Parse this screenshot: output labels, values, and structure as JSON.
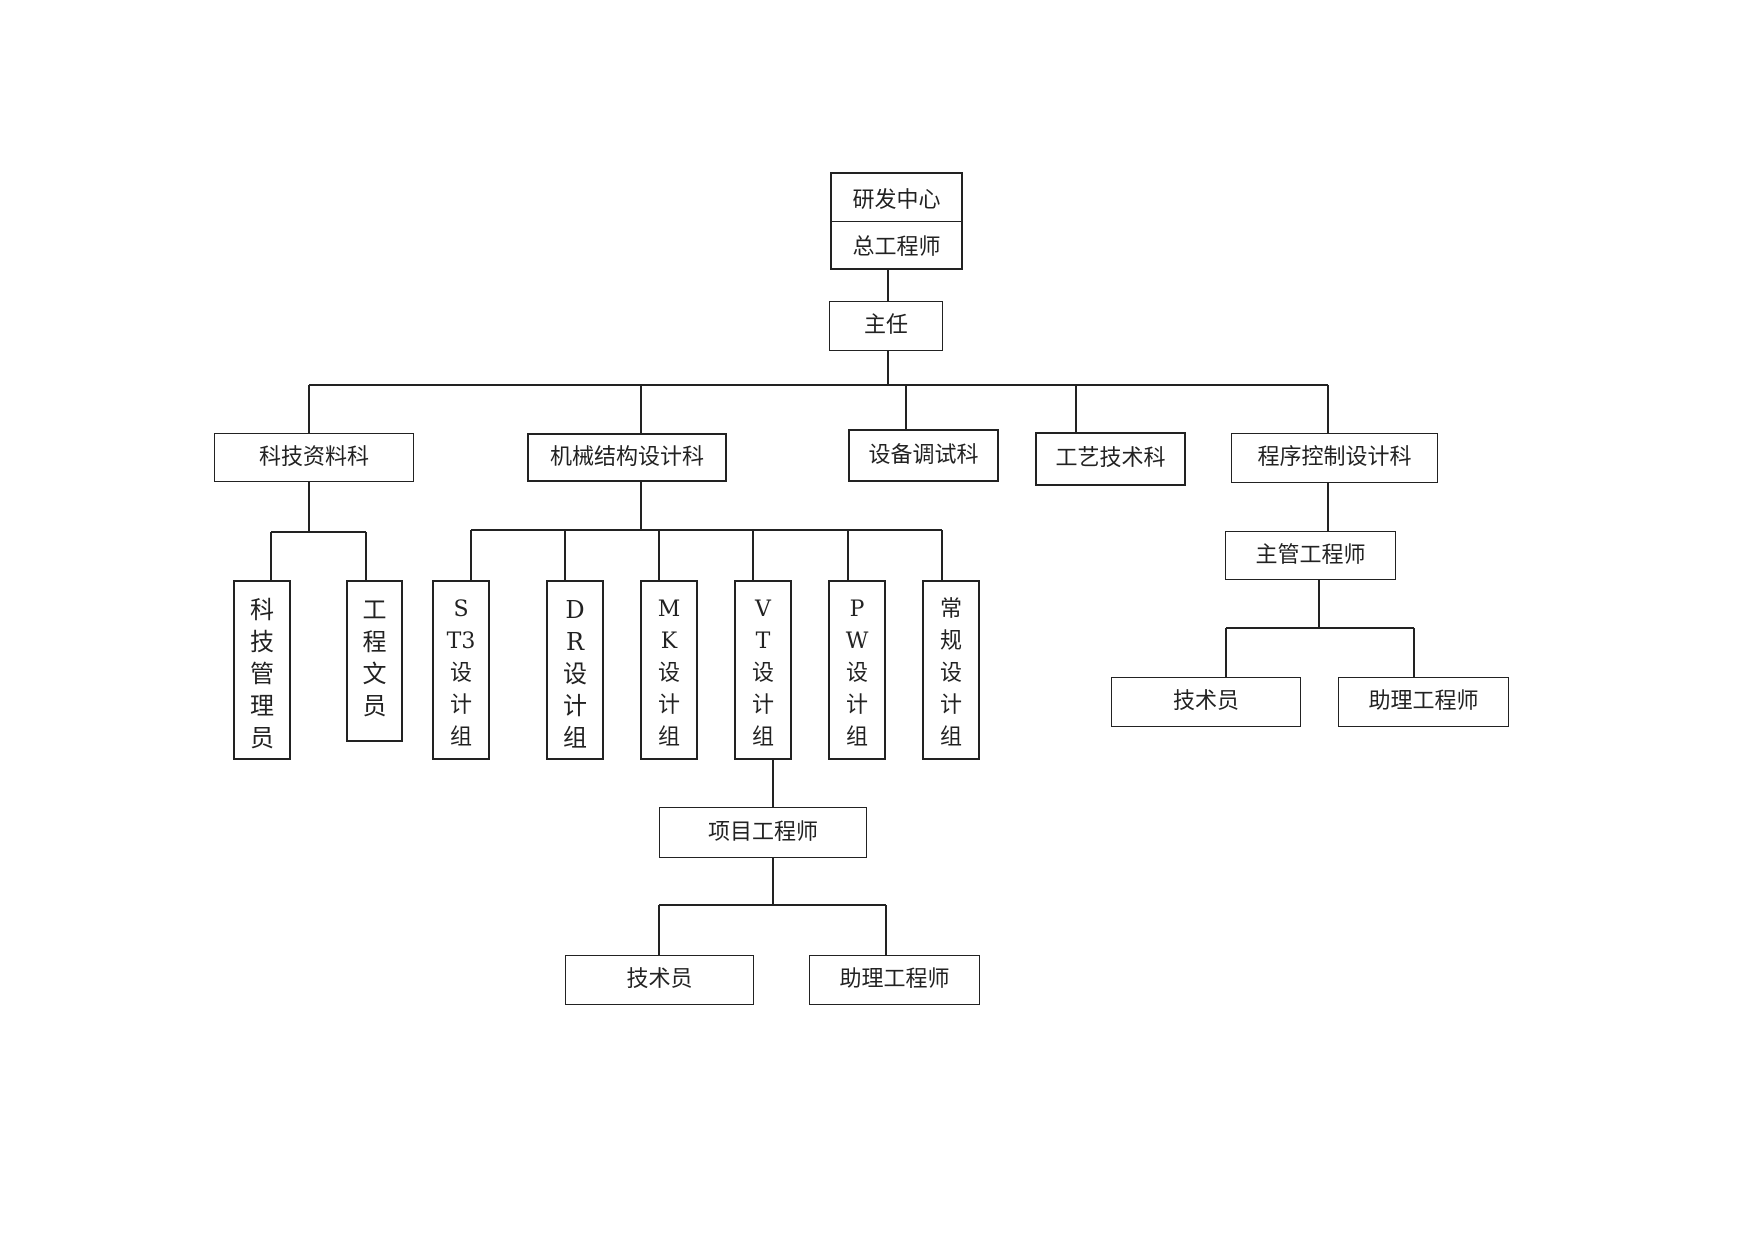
{
  "root": {
    "top_label": "研发中心",
    "bottom_label": "总工程师"
  },
  "director": "主任",
  "departments": {
    "tech_info": "科技资料科",
    "mech_design": "机械结构设计科",
    "equip_debug": "设备调试科",
    "process_tech": "工艺技术科",
    "program_ctrl": "程序控制设计科"
  },
  "tech_info_staff": {
    "manager": [
      "科",
      "技",
      "管",
      "理",
      "员"
    ],
    "clerk": [
      "工",
      "程",
      "文",
      "员"
    ]
  },
  "design_groups": {
    "st3": [
      "S",
      "T3",
      "设",
      "计",
      "组"
    ],
    "dr": [
      "D",
      "R",
      "设",
      "计",
      "组"
    ],
    "mk": [
      "M",
      "K",
      "设",
      "计",
      "组"
    ],
    "vt": [
      "V",
      "T",
      "设",
      "计",
      "组"
    ],
    "pw": [
      "P",
      "W",
      "设",
      "计",
      "组"
    ],
    "general": [
      "常",
      "规",
      "设",
      "计",
      "组"
    ]
  },
  "project_engineer": "项目工程师",
  "project_staff": {
    "technician": "技术员",
    "assistant": "助理工程师"
  },
  "chief_engineer": "主管工程师",
  "chief_staff": {
    "technician": "技术员",
    "assistant": "助理工程师"
  },
  "colors": {
    "line": "#222222",
    "background": "#ffffff"
  }
}
